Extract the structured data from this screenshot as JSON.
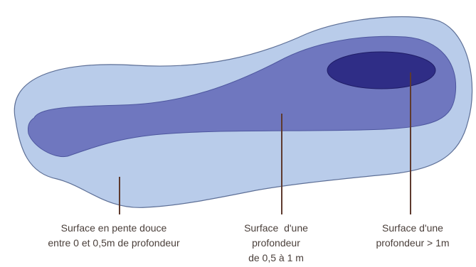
{
  "diagram": {
    "colors": {
      "shallow_zone": "#b9ccea",
      "shallow_outline": "#5d6f96",
      "medium_zone": "#6f77bf",
      "medium_outline": "#4d569e",
      "deep_zone": "#2f2d86",
      "deep_outline": "#1f1d66",
      "leader_line": "#5e3a2e",
      "label_text": "#4a3f3a"
    },
    "labels": {
      "shallow": {
        "line1": "Surface en pente douce",
        "line2": "entre 0 et 0,5m de profondeur"
      },
      "medium": {
        "line1": "Surface  d'une",
        "line2": "profondeur",
        "line3": "de 0,5 à 1 m"
      },
      "deep": {
        "line1": "Surface d'une",
        "line2": "profondeur > 1m"
      }
    }
  }
}
